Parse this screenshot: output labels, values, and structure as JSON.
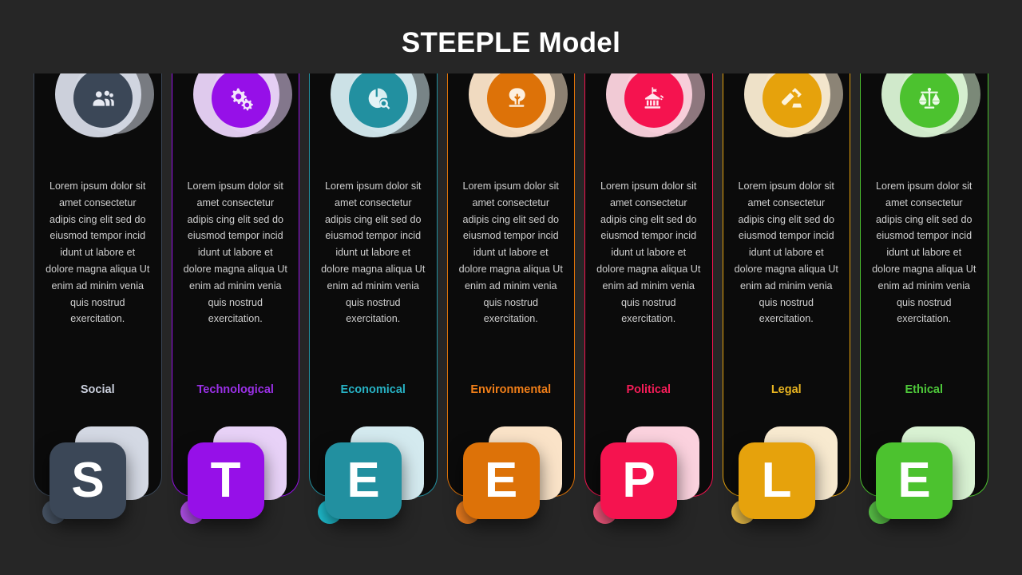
{
  "title": "STEEPLE Model",
  "background_color": "#262626",
  "panel_color": "#0b0b0b",
  "body_text": "Lorem ipsum dolor sit amet consectetur adipis cing elit sed do eiusmod tempor incid idunt  ut labore et dolore magna aliqua Ut enim ad minim venia quis nostrud exercitation.",
  "columns": [
    {
      "letter": "S",
      "label": "Social",
      "icon": "people-group-icon",
      "color": "#3b4757",
      "label_color": "#c9cedb",
      "pale": "#d4d9e4",
      "dot": "#4a5768",
      "body": "Lorem ipsum dolor sit amet consectetur adipis cing elit sed do eiusmod tempor incid idunt  ut labore et dolore magna aliqua Ut enim ad minim venia quis nostrud exercitation."
    },
    {
      "letter": "T",
      "label": "Technological",
      "icon": "gears-icon",
      "color": "#9610e8",
      "label_color": "#9b30e8",
      "pale": "#e8d2f7",
      "dot": "#b452ee",
      "body": "Lorem ipsum dolor sit amet consectetur adipis cing elit sed do eiusmod tempor incid idunt  ut labore et dolore magna aliqua Ut enim ad minim venia quis nostrud exercitation."
    },
    {
      "letter": "E",
      "label": "Economical",
      "icon": "pie-chart-search-icon",
      "color": "#2290a0",
      "label_color": "#27b2c4",
      "pale": "#d4eaef",
      "dot": "#20c4d6",
      "body": "Lorem ipsum dolor sit amet consectetur adipis cing elit sed do eiusmod tempor incid idunt  ut labore et dolore magna aliqua Ut enim ad minim venia quis nostrud exercitation."
    },
    {
      "letter": "E",
      "label": "Environmental",
      "icon": "tree-icon",
      "color": "#dd7208",
      "label_color": "#f07e18",
      "pale": "#fae3c8",
      "dot": "#f58220",
      "body": "Lorem ipsum dolor sit amet consectetur adipis cing elit sed do eiusmod tempor incid idunt  ut labore et dolore magna aliqua Ut enim ad minim venia quis nostrud exercitation."
    },
    {
      "letter": "P",
      "label": "Political",
      "icon": "government-building-icon",
      "color": "#f5134f",
      "label_color": "#f51d58",
      "pale": "#fbd2de",
      "dot": "#f8597f",
      "body": "Lorem ipsum dolor sit amet consectetur adipis cing elit sed do eiusmod tempor incid idunt  ut labore et dolore magna aliqua Ut enim ad minim venia quis nostrud exercitation."
    },
    {
      "letter": "L",
      "label": "Legal",
      "icon": "gavel-icon",
      "color": "#e6a20c",
      "label_color": "#e8b421",
      "pale": "#f8ead0",
      "dot": "#f3c44a",
      "body": "Lorem ipsum dolor sit amet consectetur adipis cing elit sed do eiusmod tempor incid idunt  ut labore et dolore magna aliqua Ut enim ad minim venia quis nostrud exercitation."
    },
    {
      "letter": "E",
      "label": "Ethical",
      "icon": "scales-balance-icon",
      "color": "#4cc22f",
      "label_color": "#4ec93a",
      "pale": "#d9f2d3",
      "dot": "#5cc84a",
      "body": "Lorem ipsum dolor sit amet consectetur adipis cing elit sed do eiusmod tempor incid idunt  ut labore et dolore magna aliqua Ut enim ad minim venia quis nostrud exercitation."
    }
  ]
}
